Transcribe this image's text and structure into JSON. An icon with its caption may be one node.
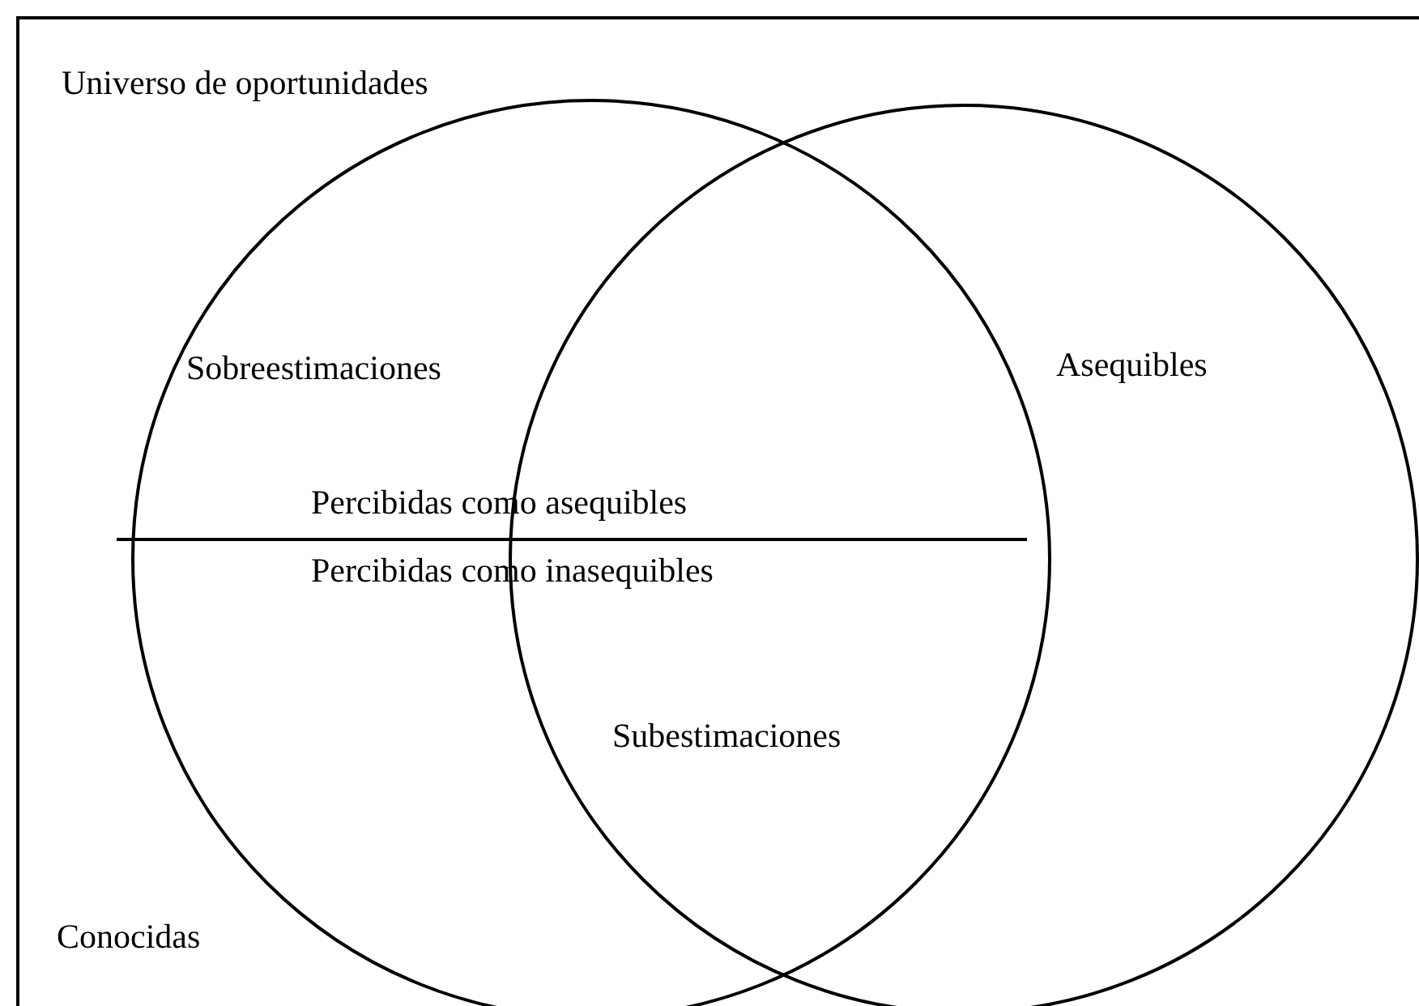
{
  "diagram": {
    "nodes": [
      {
        "text": [
          "Universo de oportunidades"
        ]
      },
      {
        "text": [
          "Conocidas"
        ],
        "in": 0
      },
      {
        "text": [
          "Asequibles"
        ],
        "in": 0
      }
    ],
    "labels": [
      "Sobreestimaciones",
      "Percibidas como asequibles",
      "Percibidas como inasequibles",
      "Subestimaciones"
    ]
  }
}
